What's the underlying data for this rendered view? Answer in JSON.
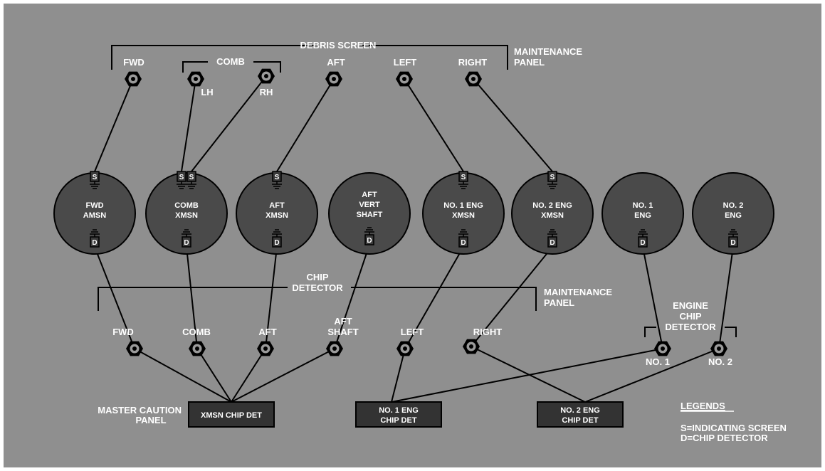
{
  "colors": {
    "background": "#8f8f8f",
    "component_fill": "#4a4a4a",
    "line": "#000000",
    "text": "#ffffff"
  },
  "top_group": {
    "title": "DEBRIS SCREEN",
    "panel": [
      "MAINTENANCE",
      "PANEL"
    ],
    "sub_group": "COMB",
    "connectors": [
      {
        "id": "fwd",
        "label": "FWD"
      },
      {
        "id": "comb-lh",
        "label": "LH"
      },
      {
        "id": "comb-rh",
        "label": "RH"
      },
      {
        "id": "aft",
        "label": "AFT"
      },
      {
        "id": "left",
        "label": "LEFT"
      },
      {
        "id": "right",
        "label": "RIGHT"
      }
    ]
  },
  "components": [
    {
      "id": "fwd-amsn",
      "lines": [
        "FWD",
        "AMSN"
      ],
      "screens": 1
    },
    {
      "id": "comb-xmsn",
      "lines": [
        "COMB",
        "XMSN"
      ],
      "screens": 2
    },
    {
      "id": "aft-xmsn",
      "lines": [
        "AFT",
        "XMSN"
      ],
      "screens": 1
    },
    {
      "id": "aft-vert-shaft",
      "lines": [
        "AFT",
        "VERT",
        "SHAFT"
      ],
      "screens": 0
    },
    {
      "id": "no1-eng-xmsn",
      "lines": [
        "NO. 1 ENG",
        "XMSN"
      ],
      "screens": 1
    },
    {
      "id": "no2-eng-xmsn",
      "lines": [
        "NO. 2 ENG",
        "XMSN"
      ],
      "screens": 1
    },
    {
      "id": "no1-eng",
      "lines": [
        "NO. 1",
        "ENG"
      ],
      "screens": 0
    },
    {
      "id": "no2-eng",
      "lines": [
        "NO. 2",
        "ENG"
      ],
      "screens": 0
    }
  ],
  "screen_letter": "S",
  "detector_letter": "D",
  "bottom_group": {
    "title": [
      "CHIP",
      "DETECTOR"
    ],
    "panel": [
      "MAINTENANCE",
      "PANEL"
    ],
    "connectors": [
      {
        "id": "fwd",
        "label": [
          "FWD"
        ]
      },
      {
        "id": "comb",
        "label": [
          "COMB"
        ]
      },
      {
        "id": "aft",
        "label": [
          "AFT"
        ]
      },
      {
        "id": "aft-shaft",
        "label": [
          "AFT",
          "SHAFT"
        ]
      },
      {
        "id": "left",
        "label": [
          "LEFT"
        ]
      },
      {
        "id": "right",
        "label": [
          "RIGHT"
        ]
      }
    ]
  },
  "engine_group": {
    "title": [
      "ENGINE",
      "CHIP",
      "DETECTOR"
    ],
    "connectors": [
      {
        "id": "no1",
        "label": "NO. 1"
      },
      {
        "id": "no2",
        "label": "NO. 2"
      }
    ]
  },
  "caution_panel": {
    "label": [
      "MASTER CAUTION",
      "PANEL"
    ],
    "boxes": [
      {
        "id": "xmsn-chip-det",
        "lines": [
          "XMSN CHIP DET"
        ]
      },
      {
        "id": "no1-eng-chip-det",
        "lines": [
          "NO. 1 ENG",
          "CHIP DET"
        ]
      },
      {
        "id": "no2-eng-chip-det",
        "lines": [
          "NO. 2 ENG",
          "CHIP DET"
        ]
      }
    ]
  },
  "legend": {
    "title": "LEGENDS",
    "items": [
      "S=INDICATING SCREEN",
      "D=CHIP DETECTOR"
    ]
  }
}
